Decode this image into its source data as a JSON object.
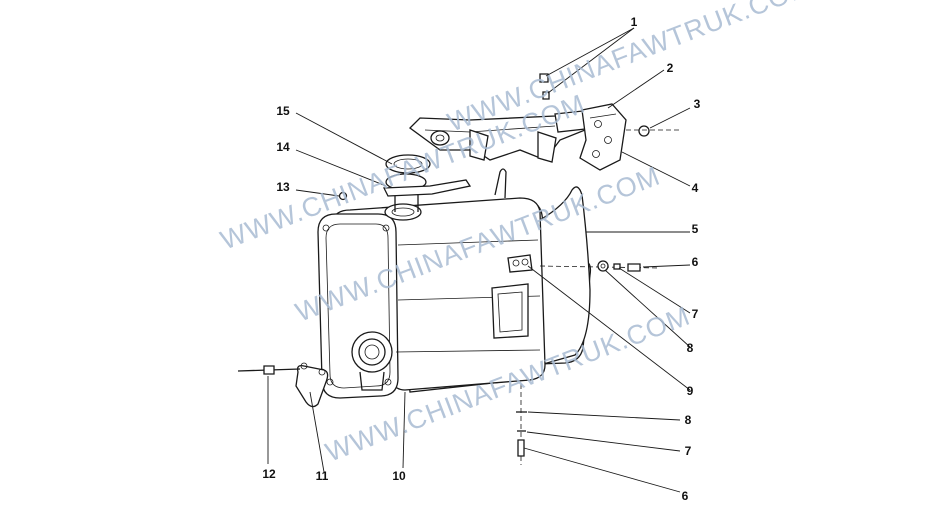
{
  "diagram": {
    "part_labels": [
      "1",
      "2",
      "3",
      "4",
      "5",
      "6",
      "7",
      "8",
      "9",
      "8",
      "7",
      "6",
      "12",
      "11",
      "10",
      "13",
      "14",
      "15"
    ],
    "watermarks": [
      "WWW.CHINAFAWTRUK.COM",
      "WWW.CHINAFAWTRUK.COM",
      "WWW.CHINAFAWTRUK.COM",
      "WWW.CHINAFAWTRUK.COM"
    ]
  }
}
